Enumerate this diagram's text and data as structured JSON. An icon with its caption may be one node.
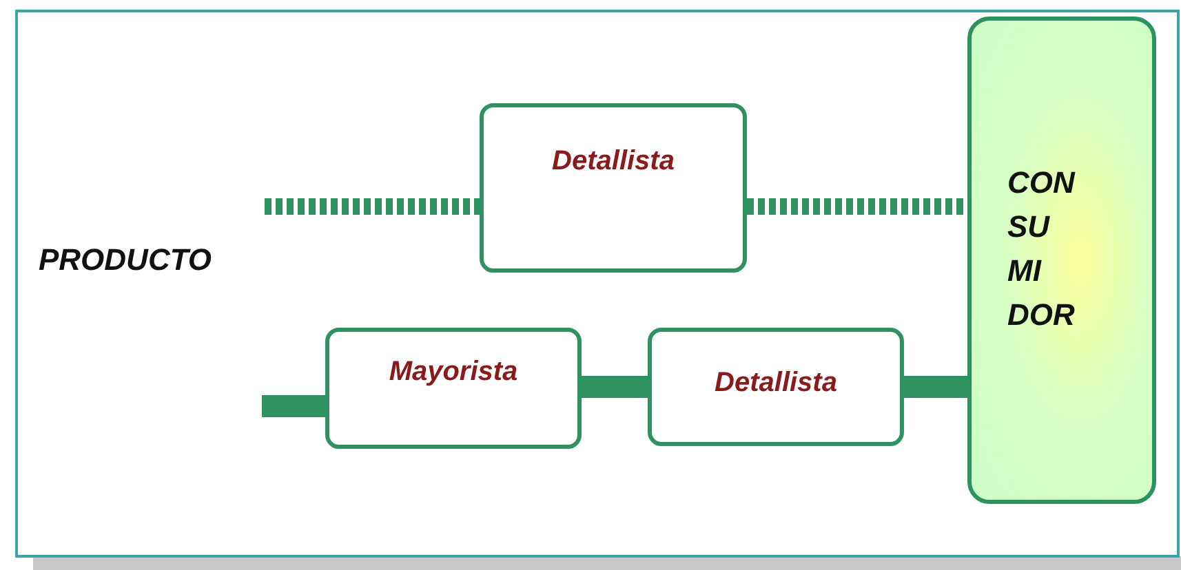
{
  "diagram": {
    "nodes": [
      {
        "text": [
          "Detallista"
        ]
      },
      {
        "text": [
          "Mayorista"
        ]
      },
      {
        "text": [
          "Detallista"
        ]
      },
      {
        "text": [
          "CON SU MI DOR"
        ]
      }
    ],
    "edges": [
      {
        "from": null,
        "to": 0,
        "arrow": "none",
        "style": "dashed"
      },
      {
        "from": 0,
        "to": 3,
        "arrow": "none",
        "style": "dashed"
      },
      {
        "from": null,
        "to": 1,
        "arrow": "none"
      },
      {
        "from": 1,
        "to": 2,
        "arrow": "none"
      },
      {
        "from": 2,
        "to": 3,
        "arrow": "none"
      }
    ],
    "labels": [
      "PRODUCTO"
    ]
  }
}
